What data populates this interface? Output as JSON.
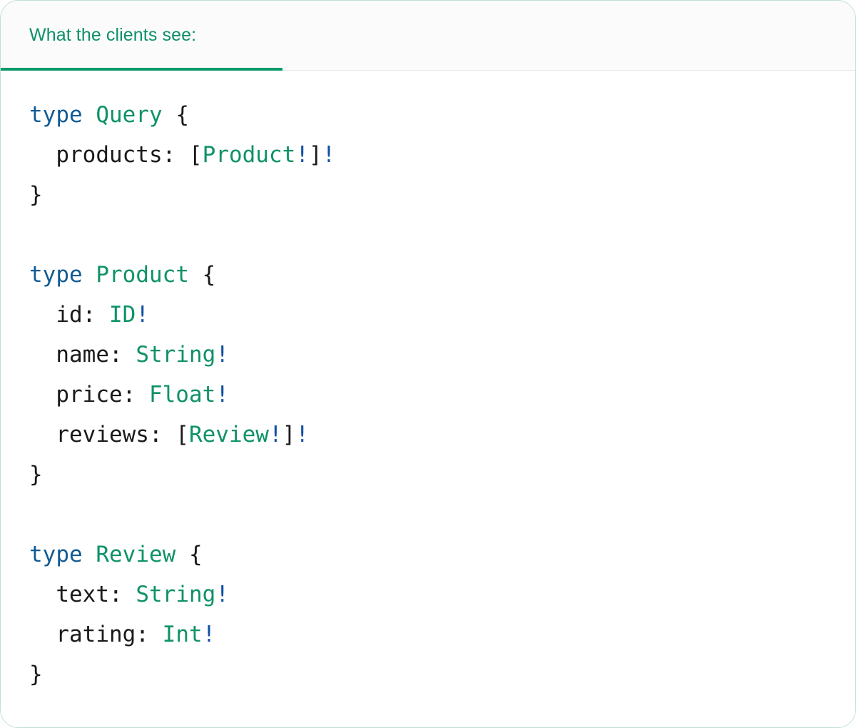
{
  "card": {
    "border_color": "#bfe0cf",
    "background": "#ffffff"
  },
  "tabbar": {
    "background": "#fbfbfb",
    "active_underline_color": "#0e9b6c",
    "tabs": [
      {
        "label": "What the clients see:",
        "active": true
      }
    ]
  },
  "colors": {
    "keyword": "#115b94",
    "type_name": "#0e9268",
    "field_name": "#1a1a1a",
    "punctuation": "#1a1a1a",
    "non_null_bang": "#1350a8",
    "heading_green": "#0e8f68"
  },
  "code": {
    "language": "graphql",
    "text": "type Query {\n  products: [Product!]!\n}\n\ntype Product {\n  id: ID!\n  name: String!\n  price: Float!\n  reviews: [Review!]!\n}\n\ntype Review {\n  text: String!\n  rating: Int!\n}",
    "lines": [
      {
        "tokens": [
          {
            "t": "type",
            "c": "kw"
          },
          {
            "t": " ",
            "c": "plain"
          },
          {
            "t": "Query",
            "c": "type"
          },
          {
            "t": " ",
            "c": "plain"
          },
          {
            "t": "{",
            "c": "punct"
          }
        ]
      },
      {
        "tokens": [
          {
            "t": "  ",
            "c": "plain"
          },
          {
            "t": "products:",
            "c": "field"
          },
          {
            "t": " ",
            "c": "plain"
          },
          {
            "t": "[",
            "c": "punct"
          },
          {
            "t": "Product",
            "c": "type"
          },
          {
            "t": "!",
            "c": "bang"
          },
          {
            "t": "]",
            "c": "punct"
          },
          {
            "t": "!",
            "c": "bang"
          }
        ]
      },
      {
        "tokens": [
          {
            "t": "}",
            "c": "punct"
          }
        ]
      },
      {
        "tokens": []
      },
      {
        "tokens": [
          {
            "t": "type",
            "c": "kw"
          },
          {
            "t": " ",
            "c": "plain"
          },
          {
            "t": "Product",
            "c": "type"
          },
          {
            "t": " ",
            "c": "plain"
          },
          {
            "t": "{",
            "c": "punct"
          }
        ]
      },
      {
        "tokens": [
          {
            "t": "  ",
            "c": "plain"
          },
          {
            "t": "id:",
            "c": "field"
          },
          {
            "t": " ",
            "c": "plain"
          },
          {
            "t": "ID",
            "c": "type"
          },
          {
            "t": "!",
            "c": "bang"
          }
        ]
      },
      {
        "tokens": [
          {
            "t": "  ",
            "c": "plain"
          },
          {
            "t": "name:",
            "c": "field"
          },
          {
            "t": " ",
            "c": "plain"
          },
          {
            "t": "String",
            "c": "type"
          },
          {
            "t": "!",
            "c": "bang"
          }
        ]
      },
      {
        "tokens": [
          {
            "t": "  ",
            "c": "plain"
          },
          {
            "t": "price:",
            "c": "field"
          },
          {
            "t": " ",
            "c": "plain"
          },
          {
            "t": "Float",
            "c": "type"
          },
          {
            "t": "!",
            "c": "bang"
          }
        ]
      },
      {
        "tokens": [
          {
            "t": "  ",
            "c": "plain"
          },
          {
            "t": "reviews:",
            "c": "field"
          },
          {
            "t": " ",
            "c": "plain"
          },
          {
            "t": "[",
            "c": "punct"
          },
          {
            "t": "Review",
            "c": "type"
          },
          {
            "t": "!",
            "c": "bang"
          },
          {
            "t": "]",
            "c": "punct"
          },
          {
            "t": "!",
            "c": "bang"
          }
        ]
      },
      {
        "tokens": [
          {
            "t": "}",
            "c": "punct"
          }
        ]
      },
      {
        "tokens": []
      },
      {
        "tokens": [
          {
            "t": "type",
            "c": "kw"
          },
          {
            "t": " ",
            "c": "plain"
          },
          {
            "t": "Review",
            "c": "type"
          },
          {
            "t": " ",
            "c": "plain"
          },
          {
            "t": "{",
            "c": "punct"
          }
        ]
      },
      {
        "tokens": [
          {
            "t": "  ",
            "c": "plain"
          },
          {
            "t": "text:",
            "c": "field"
          },
          {
            "t": " ",
            "c": "plain"
          },
          {
            "t": "String",
            "c": "type"
          },
          {
            "t": "!",
            "c": "bang"
          }
        ]
      },
      {
        "tokens": [
          {
            "t": "  ",
            "c": "plain"
          },
          {
            "t": "rating:",
            "c": "field"
          },
          {
            "t": " ",
            "c": "plain"
          },
          {
            "t": "Int",
            "c": "type"
          },
          {
            "t": "!",
            "c": "bang"
          }
        ]
      },
      {
        "tokens": [
          {
            "t": "}",
            "c": "punct"
          }
        ]
      }
    ]
  }
}
